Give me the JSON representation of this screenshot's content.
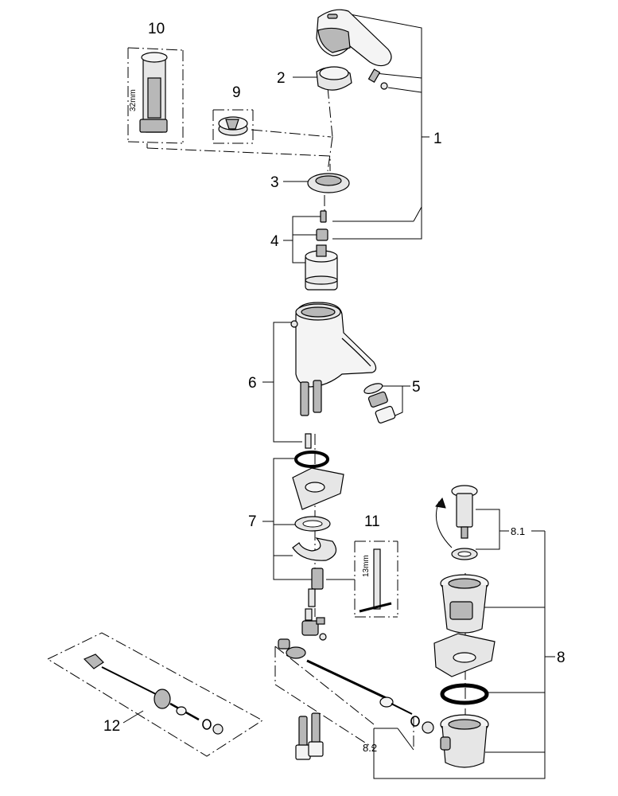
{
  "callouts": [
    {
      "id": "c1",
      "text": "1"
    },
    {
      "id": "c2",
      "text": "2"
    },
    {
      "id": "c3",
      "text": "3"
    },
    {
      "id": "c4",
      "text": "4"
    },
    {
      "id": "c5",
      "text": "5"
    },
    {
      "id": "c6",
      "text": "6"
    },
    {
      "id": "c7",
      "text": "7"
    },
    {
      "id": "c8",
      "text": "8"
    },
    {
      "id": "c81",
      "text": "8.1"
    },
    {
      "id": "c82",
      "text": "8.2"
    },
    {
      "id": "c9",
      "text": "9"
    },
    {
      "id": "c10",
      "text": "10"
    },
    {
      "id": "c11",
      "text": "11"
    },
    {
      "id": "c12",
      "text": "12"
    }
  ],
  "dimensions": {
    "tool_10_size": "32mm",
    "tool_11_size": "13mm"
  }
}
